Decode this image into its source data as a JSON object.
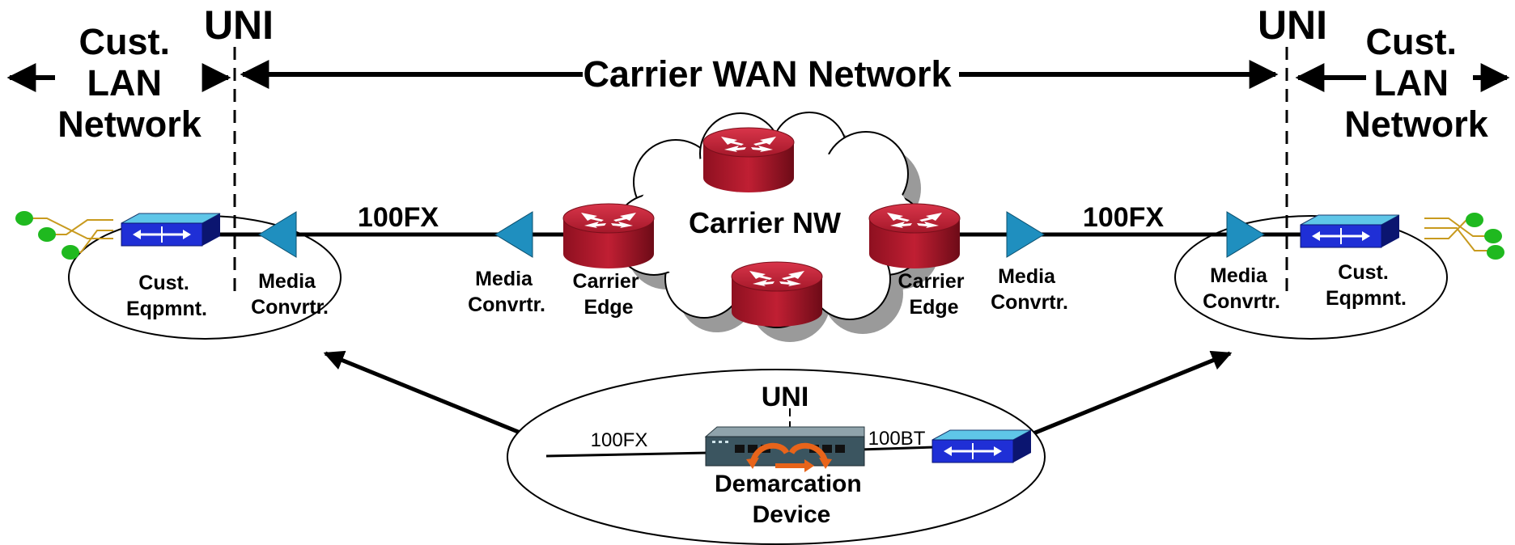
{
  "colors": {
    "router": "#b81d2e",
    "router_dark": "#7a0f1b",
    "switch_blue": "#1f2fd6",
    "media_convertor": "#1f8fbf",
    "demarc_arrow": "#e8641a",
    "cable": "#c89a1e",
    "node_green": "#1fb91f",
    "cloud_shadow": "#9a9a9a"
  },
  "zones": {
    "left_cust": "Cust.\nLAN\nNetwork",
    "carrier_wan": "Carrier WAN Network",
    "right_cust": "Cust.\nLAN\nNetwork",
    "uni_left": "UNI",
    "uni_right": "UNI"
  },
  "links": {
    "left_100fx": "100FX",
    "right_100fx": "100FX"
  },
  "cloud": {
    "label": "Carrier NW"
  },
  "devices": {
    "left_cust_eqpmnt": "Cust.\nEqpmnt.",
    "left_media_convrtr": "Media\nConvrtr.",
    "left_carrier_media_convrtr": "Media\nConvrtr.",
    "left_carrier_edge": "Carrier\nEdge",
    "right_carrier_edge": "Carrier\nEdge",
    "right_carrier_media_convrtr": "Media\nConvrtr.",
    "right_media_convrtr": "Media\nConvrtr.",
    "right_cust_eqpmnt": "Cust.\nEqpmnt."
  },
  "inset": {
    "uni": "UNI",
    "fiber_label": "100FX",
    "copper_label": "100BT",
    "demarc_label": "Demarcation\nDevice"
  },
  "icons": [
    "router-icon",
    "switch-icon",
    "media-convertor-icon",
    "demarcation-device-icon",
    "cloud-icon",
    "lan-node-icon"
  ]
}
